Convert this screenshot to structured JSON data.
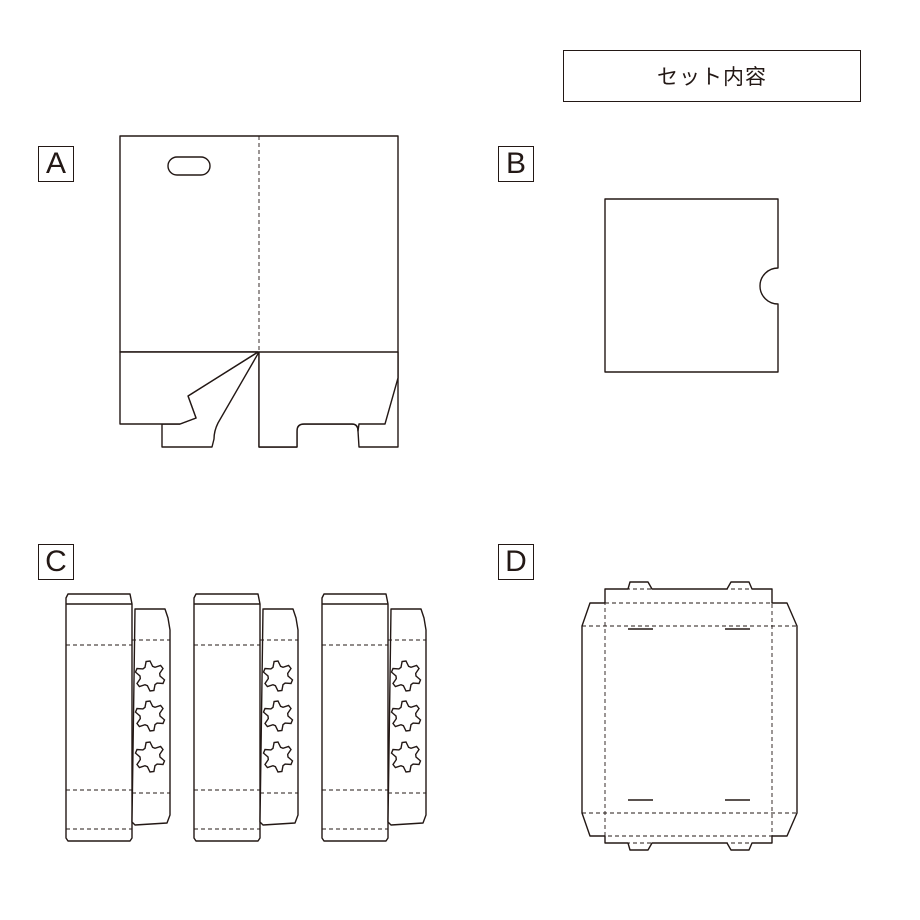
{
  "title": "セット内容",
  "labels": {
    "a": "A",
    "b": "B",
    "c": "C",
    "d": "D"
  },
  "colors": {
    "stroke": "#231815",
    "background": "#ffffff"
  }
}
